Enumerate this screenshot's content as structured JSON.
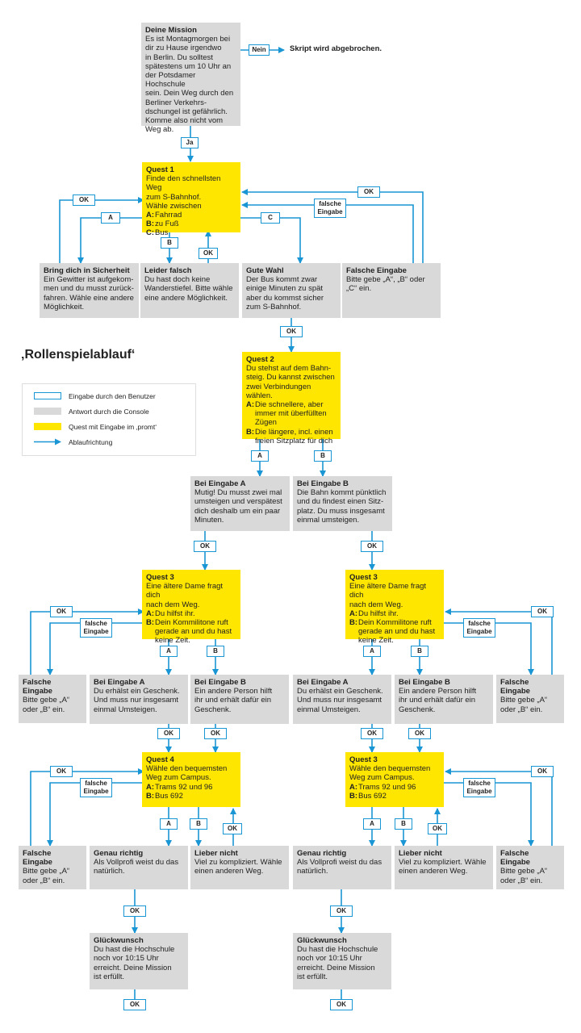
{
  "diagram": {
    "title": "‚Rollenspielablauf‘",
    "legend": {
      "items": [
        {
          "key": "input",
          "label": "Eingabe durch den Benutzer"
        },
        {
          "key": "console",
          "label": "Antwort durch die Console"
        },
        {
          "key": "quest",
          "label": "Quest mit Eingabe im ‚promt‘"
        },
        {
          "key": "flow",
          "label": "Ablaufrichtung"
        }
      ]
    },
    "colors": {
      "quest": "#ffe600",
      "console": "#d9d9da",
      "flow": "#1a96d4",
      "input_border": "#1a96d4"
    },
    "boxes": {
      "mission": {
        "title": "Deine Mission",
        "text": "Es ist Montagmorgen bei\ndir zu Hause irgendwo\nin Berlin. Du solltest\nspätestens um 10 Uhr an\nder Potsdamer Hochschule\nsein. Dein Weg durch den\nBerliner Verkehrs-\ndschungel ist gefährlich.\nKomme also nicht vom\nWeg ab."
      },
      "abort": {
        "text": "Skript wird abgebrochen."
      },
      "q1": {
        "title": "Quest 1",
        "text": "Finde den schnellsten Weg\nzum S-Bahnhof.\nWähle zwischen",
        "options": [
          {
            "key": "A:",
            "text": "Fahrrad"
          },
          {
            "key": "B:",
            "text": "zu Fuß"
          },
          {
            "key": "C:",
            "text": "Bus"
          }
        ]
      },
      "q1_a": {
        "title": "Bring dich in Sicherheit",
        "text": "Ein Gewitter ist aufgekom-\nmen und du musst zurück-\nfahren. Wähle eine andere\nMöglichkeit."
      },
      "q1_b": {
        "title": "Leider falsch",
        "text": "Du hast doch keine\nWanderstiefel. Bitte wähle\neine andere Möglichkeit."
      },
      "q1_c": {
        "title": "Gute Wahl",
        "text": "Der Bus kommt zwar\neinige Minuten zu spät\naber du kommst sicher\nzum S-Bahnhof."
      },
      "q1_wrong": {
        "title": "Falsche Eingabe",
        "text": "Bitte gebe „A“, „B“ oder\n„C“ ein."
      },
      "q2": {
        "title": "Quest 2",
        "text": "Du stehst auf dem Bahn-\nsteig. Du kannst zwischen\nzwei Verbindungen wählen.",
        "options": [
          {
            "key": "A:",
            "text": "Die schnellere, aber\nimmer mit  überfüllten\nZügen"
          },
          {
            "key": "B:",
            "text": "Die längere, incl. einen\nfreien Sitzplatz für dich"
          }
        ]
      },
      "q2_a": {
        "title": "Bei Eingabe A",
        "text": "Mutig! Du musst zwei mal\numsteigen und verspätest\ndich deshalb um ein paar\nMinuten."
      },
      "q2_b": {
        "title": "Bei Eingabe B",
        "text": "Die Bahn kommt pünktlich\nund du findest einen Sitz-\nplatz. Du muss insgesamt\neinmal umsteigen."
      },
      "l_q3": {
        "title": "Quest 3",
        "text": "Eine ältere Dame fragt dich\nnach dem Weg.",
        "options": [
          {
            "key": "A:",
            "text": "Du hilfst ihr."
          },
          {
            "key": "B:",
            "text": "Dein Kommilitone ruft\ngerade an und du hast\nkeine Zeit."
          }
        ]
      },
      "l_q3_wrong": {
        "title": "Falsche Eingabe",
        "text": "Bitte gebe „A“\noder „B“ ein."
      },
      "l_q3_a": {
        "title": "Bei Eingabe A",
        "text": "Du erhälst ein Geschenk.\nUnd muss nur insgesamt\neinmal Umsteigen."
      },
      "l_q3_b": {
        "title": "Bei Eingabe B",
        "text": "Ein andere Person hilft\nihr und erhält dafür ein\nGeschenk."
      },
      "l_q4": {
        "title": "Quest 4",
        "text": "Wähle den bequemsten\nWeg zum Campus.",
        "options": [
          {
            "key": "A:",
            "text": "Trams 92 und 96"
          },
          {
            "key": "B:",
            "text": "Bus 692"
          }
        ]
      },
      "l_q4_wrong": {
        "title": "Falsche Eingabe",
        "text": "Bitte gebe „A“\noder „B“ ein."
      },
      "l_q4_a": {
        "title": "Genau richtig",
        "text": "Als Vollprofi weist du das\nnatürlich."
      },
      "l_q4_b": {
        "title": "Lieber nicht",
        "text": "Viel zu kompliziert. Wähle\neinen anderen Weg."
      },
      "l_win": {
        "title": "Glückwunsch",
        "text": "Du hast die Hochschule\nnoch vor 10:15 Uhr\nerreicht. Deine Mission\nist erfüllt."
      },
      "r_q3": {
        "title": "Quest 3",
        "text": "Eine ältere Dame fragt dich\nnach dem Weg.",
        "options": [
          {
            "key": "A:",
            "text": "Du hilfst ihr."
          },
          {
            "key": "B:",
            "text": "Dein Kommilitone ruft\ngerade an und du hast\nkeine Zeit."
          }
        ]
      },
      "r_q3_a": {
        "title": "Bei Eingabe A",
        "text": "Du erhälst ein Geschenk.\nUnd muss nur insgesamt\neinmal Umsteigen."
      },
      "r_q3_b": {
        "title": "Bei Eingabe B",
        "text": "Ein andere Person hilft\nihr und erhält dafür ein\nGeschenk."
      },
      "r_q3_wrong": {
        "title": "Falsche Eingabe",
        "text": "Bitte gebe „A“\noder „B“ ein."
      },
      "r_q4": {
        "title": "Quest 3",
        "text": "Wähle den bequemsten\nWeg zum Campus.",
        "options": [
          {
            "key": "A:",
            "text": "Trams 92 und 96"
          },
          {
            "key": "B:",
            "text": "Bus 692"
          }
        ]
      },
      "r_q4_a": {
        "title": "Genau richtig",
        "text": "Als Vollprofi weist du das\nnatürlich."
      },
      "r_q4_b": {
        "title": "Lieber nicht",
        "text": "Viel zu kompliziert. Wähle\neinen anderen Weg."
      },
      "r_q4_wrong": {
        "title": "Falsche Eingabe",
        "text": "Bitte gebe „A“\noder „B“ ein."
      },
      "r_win": {
        "title": "Glückwunsch",
        "text": "Du hast die Hochschule\nnoch vor 10:15 Uhr\nerreicht. Deine Mission\nist erfüllt."
      }
    },
    "inputs": {
      "nein": "Nein",
      "ja": "Ja",
      "ok": "OK",
      "a": "A",
      "b": "B",
      "c": "C",
      "falsche_eingabe": "falsche\nEingabe"
    }
  }
}
